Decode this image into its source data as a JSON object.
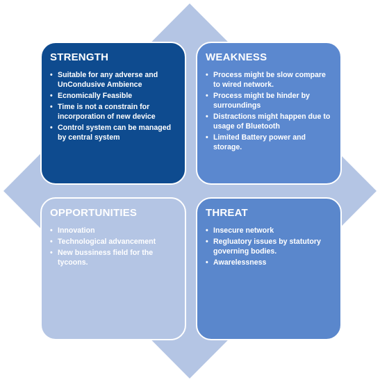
{
  "colors": {
    "diamond": "#b4c5e4",
    "strength_bg": "#0e4b8f",
    "weakness_bg": "#5b88cf",
    "opportunities_bg": "#b4c5e4",
    "threat_bg": "#5a87cc",
    "text_light": "#ffffff"
  },
  "strength": {
    "title": "STRENGTH",
    "items": [
      "Suitable for any adverse  and UnCondusive Ambience",
      " Ecnomically Feasible",
      "Time is not a constrain for incorporation of new device",
      "Control system can be managed by central system"
    ]
  },
  "weakness": {
    "title": "WEAKNESS",
    "items": [
      "Process might be slow compare to wired network.",
      "Process might be hinder by surroundings",
      "Distractions might happen due to usage of Bluetooth",
      " Limited Battery power and storage."
    ]
  },
  "opportunities": {
    "title": "OPPORTUNITIES",
    "items": [
      "Innovation",
      "Technological advancement",
      "New bussiness field for the tycoons."
    ]
  },
  "threat": {
    "title": "THREAT",
    "items": [
      "Insecure network",
      "Regluatory issues by statutory governing bodies.",
      " Awarelessness"
    ]
  }
}
